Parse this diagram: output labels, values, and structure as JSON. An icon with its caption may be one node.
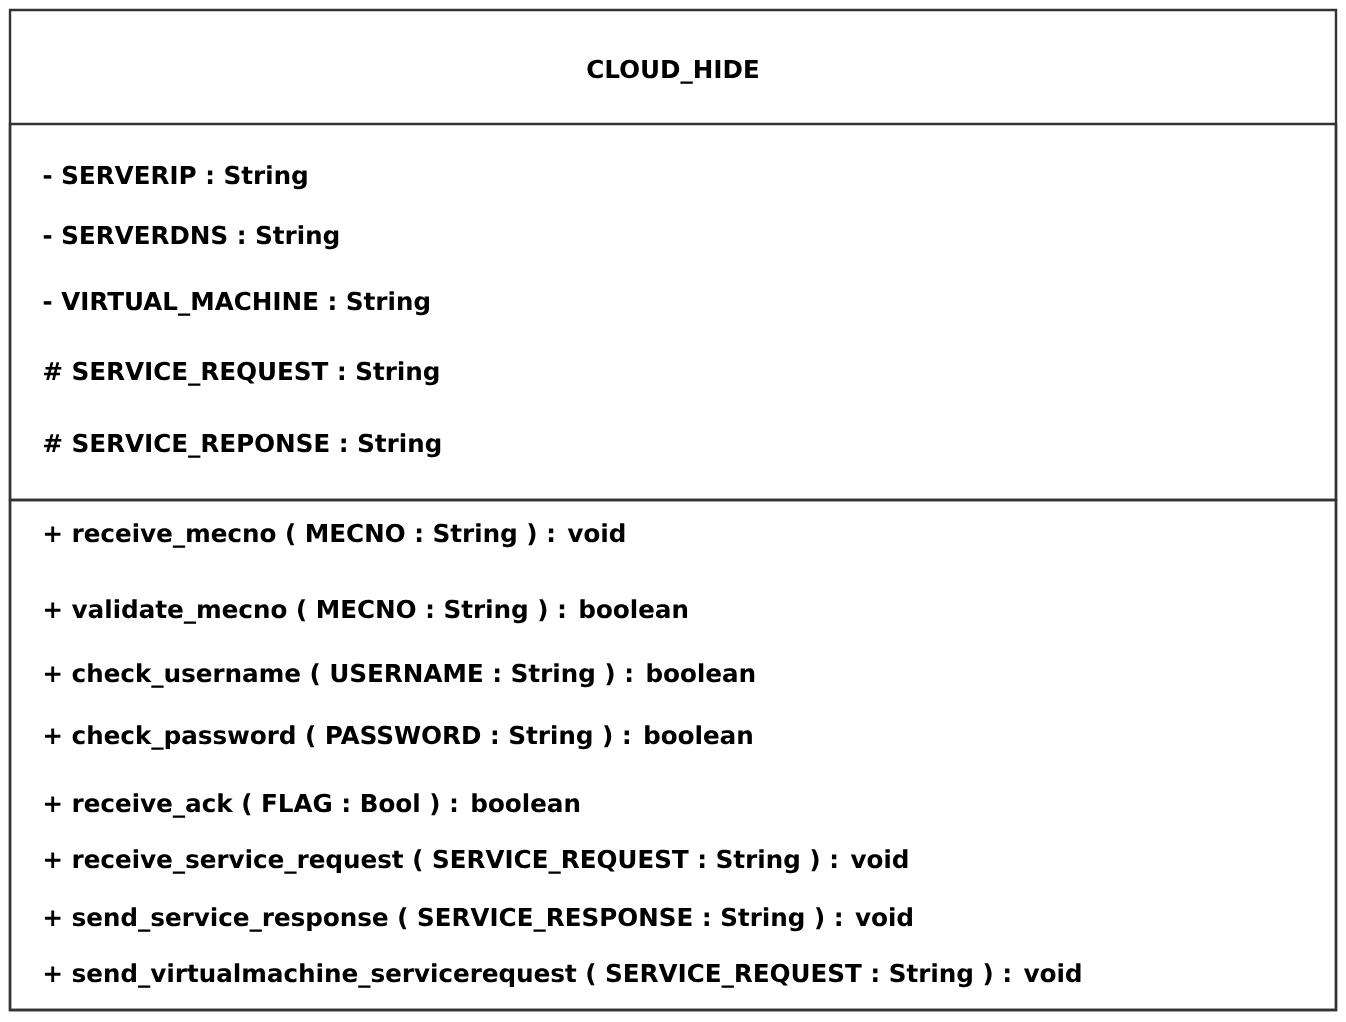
{
  "diagram": {
    "nodes": [
      {
        "text": [
          "CLOUD_HIDE"
        ]
      },
      {
        "text": [
          "- SERVERIP : String",
          "- SERVERDNS : String",
          "- VIRTUAL_MACHINE : String",
          "# SERVICE_REQUEST : String",
          "# SERVICE_REPONSE : String"
        ],
        "in": 0
      },
      {
        "text": [
          "+ receive_mecno ( MECNO : String ) : void",
          "+ validate_mecno ( MECNO : String ) : boolean",
          "+ check_username ( USERNAME : String ) : boolean",
          "+ check_password ( PASSWORD : String ) : boolean",
          "+ receive_ack ( FLAG : Bool ) : boolean",
          "+ receive_service_request ( SERVICE_REQUEST : String ) : void",
          "+ send_service_response ( SERVICE_RESPONSE : String ) : void",
          "+ send_virtualmachine_servicerequest ( SERVICE_REQUEST : String ) : void"
        ],
        "in": 0
      }
    ]
  }
}
